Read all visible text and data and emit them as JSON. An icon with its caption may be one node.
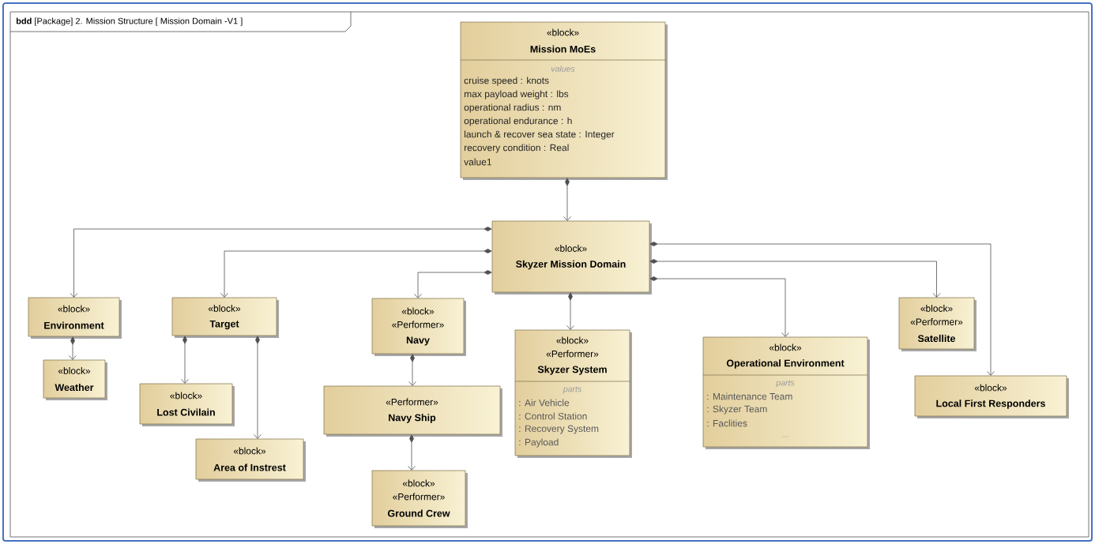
{
  "diagram": {
    "title": "**bdd** [Package] 2. Mission Structure [ Mission Domain -V1 ]",
    "nodes": [
      {
        "text": [
          "«block»",
          "Mission MoEs",
          "values",
          "cruise speed : knots",
          "max payload weight : lbs",
          "operational radius : nm",
          "operational endurance : h",
          "launch & recover sea state : Integer",
          "recovery condition : Real",
          "value1"
        ]
      },
      {
        "text": [
          "«block»",
          "Skyzer Mission Domain"
        ]
      },
      {
        "text": [
          "«block»",
          "Environment"
        ]
      },
      {
        "text": [
          "«block»",
          "Weather"
        ]
      },
      {
        "text": [
          "«block»",
          "Target"
        ]
      },
      {
        "text": [
          "«block»",
          "Lost Civilain"
        ]
      },
      {
        "text": [
          "«block»",
          "Area of Instrest"
        ]
      },
      {
        "text": [
          "«block»",
          "«Performer»",
          "Navy"
        ]
      },
      {
        "text": [
          "«Performer»",
          "Navy Ship"
        ]
      },
      {
        "text": [
          "«block»",
          "«Performer»",
          "Ground Crew"
        ]
      },
      {
        "text": [
          "«block»",
          "«Performer»",
          "Skyzer System",
          "parts",
          ": Air Vehicle",
          ": Control Station",
          ": Recovery System",
          ": Payload"
        ]
      },
      {
        "text": [
          "«block»",
          "Operational Environment",
          "parts",
          ": Maintenance Team",
          ": Skyzer Team",
          ": Faclities",
          "..."
        ]
      },
      {
        "text": [
          "«block»",
          "«Performer»",
          "Satellite"
        ]
      },
      {
        "text": [
          "«block»",
          "Local First Responders"
        ]
      }
    ],
    "edges": [
      {
        "from": 0,
        "to": 1,
        "arrow": "to"
      },
      {
        "from": 1,
        "to": 2,
        "arrow": "to"
      },
      {
        "from": 1,
        "to": 4,
        "arrow": "to"
      },
      {
        "from": 1,
        "to": 7,
        "arrow": "to"
      },
      {
        "from": 1,
        "to": 10,
        "arrow": "to"
      },
      {
        "from": 1,
        "to": 11,
        "arrow": "to"
      },
      {
        "from": 1,
        "to": 12,
        "arrow": "to"
      },
      {
        "from": 1,
        "to": 13,
        "arrow": "to"
      },
      {
        "from": 2,
        "to": 3,
        "arrow": "to"
      },
      {
        "from": 4,
        "to": 5,
        "arrow": "to"
      },
      {
        "from": 4,
        "to": 6,
        "arrow": "to"
      },
      {
        "from": 7,
        "to": 8,
        "arrow": "to"
      },
      {
        "from": 8,
        "to": 9,
        "arrow": "to"
      }
    ]
  }
}
